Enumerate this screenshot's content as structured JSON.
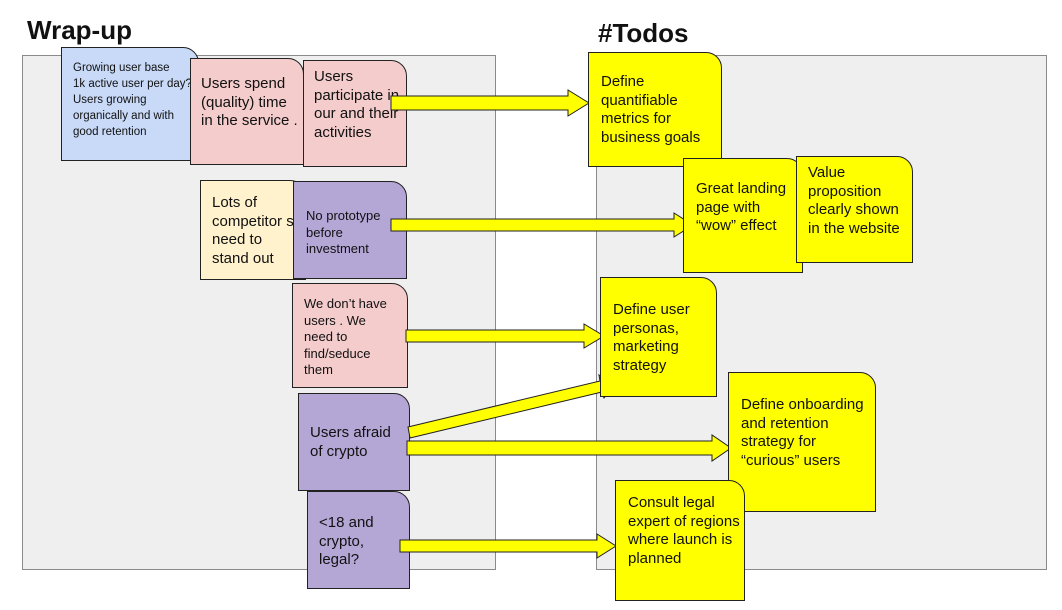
{
  "headings": {
    "wrapup": "Wrap-up",
    "todos": "#Todos"
  },
  "wrapup_notes": {
    "growing": "Growing user base\n1k active user per day?\nUsers growing organically and with good retention",
    "spend_time": "Users spend (quality) time in the service .",
    "participate": "Users participate in our and their activities",
    "competitors": "Lots of competitor s, need to stand out",
    "no_prototype": "No prototype before investment",
    "no_users": "We don’t have users . We need to find/seduce them",
    "afraid_crypto": "Users afraid of crypto",
    "under18": "<18 and crypto, legal?"
  },
  "todo_notes": {
    "metrics": "Define quantifiable metrics for business goals",
    "landing": "Great landing page with “wow” effect",
    "value_prop": "Value proposition clearly shown in the website",
    "personas": "Define user personas, marketing strategy",
    "onboarding": "Define onboarding and retention strategy for “curious” users",
    "legal": "Consult legal expert of regions where launch is planned"
  },
  "colors": {
    "panel": "#efefef",
    "blue_note": "#c9daf8",
    "pink_note": "#f4cccc",
    "cream_note": "#fff2cc",
    "purple_note": "#b4a7d6",
    "todo_note": "#ffff00",
    "arrow": "#ffff00"
  }
}
